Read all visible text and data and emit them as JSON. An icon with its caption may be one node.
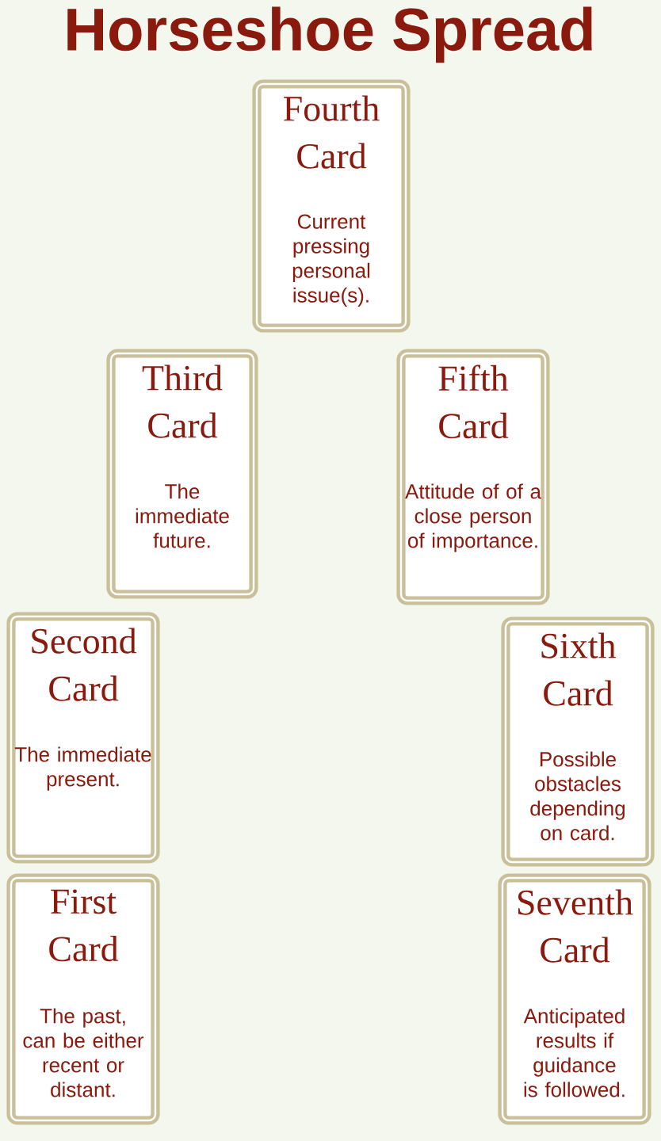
{
  "diagram": {
    "title": "Horseshoe Spread",
    "nodes": [
      {
        "text": [
          "Fourth Card",
          "Current pressing personal issue(s)."
        ]
      },
      {
        "text": [
          "Third Card",
          "The immediate future."
        ]
      },
      {
        "text": [
          "Fifth Card",
          "Attitude of of a close person of importance."
        ]
      },
      {
        "text": [
          "Second Card",
          "The immediate present."
        ]
      },
      {
        "text": [
          "Sixth Card",
          "Possible obstacles depending on card."
        ]
      },
      {
        "text": [
          "First Card",
          "The past, can be either recent or distant."
        ]
      },
      {
        "text": [
          "Seventh Card",
          "Anticipated results if guidance is followed."
        ]
      }
    ]
  }
}
